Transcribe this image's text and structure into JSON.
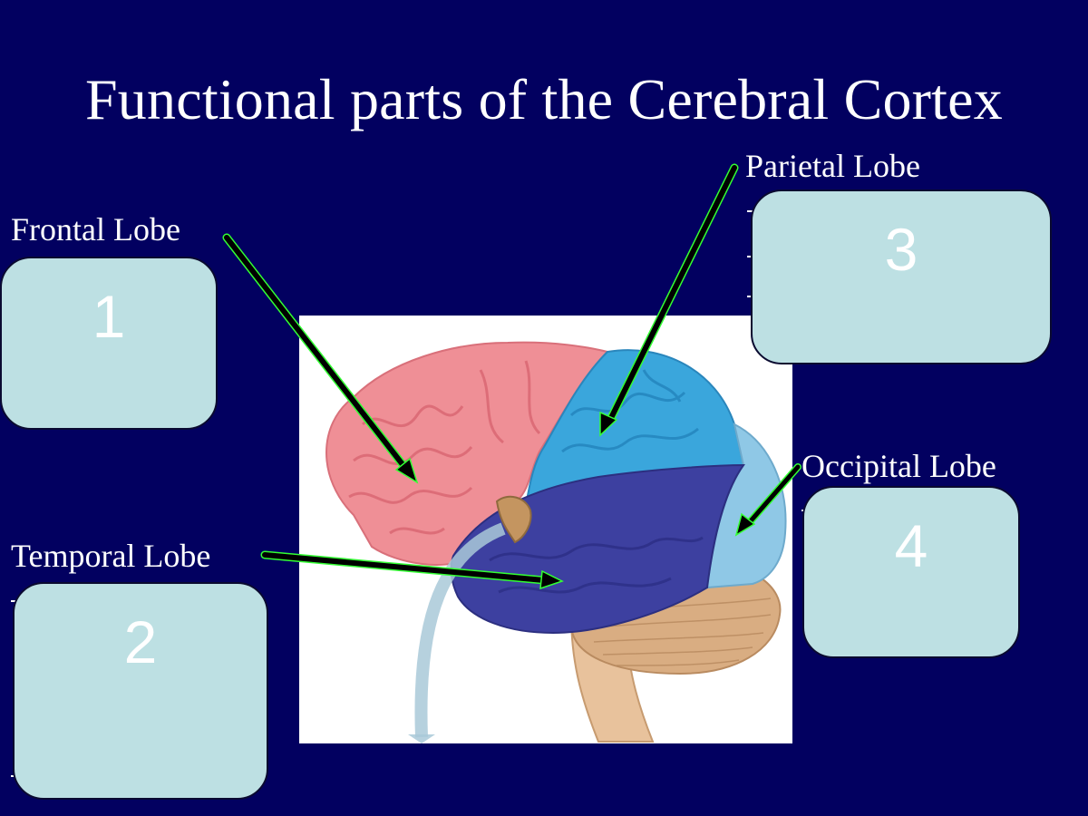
{
  "slide": {
    "title": "Functional parts of the Cerebral Cortex"
  },
  "labels": {
    "frontal": "Frontal Lobe",
    "temporal": "Temporal Lobe",
    "parietal": "Parietal Lobe",
    "occipital": "Occipital Lobe"
  },
  "boxes": {
    "frontal": "1",
    "temporal": "2",
    "parietal": "3",
    "occipital": "4"
  },
  "colors": {
    "background": "#020060",
    "box_fill": "#bde0e3",
    "frontal_lobe": "#ef8f96",
    "parietal_lobe": "#3aa6dc",
    "temporal_lobe": "#3d40a0",
    "occipital_lobe": "#8fc8e6",
    "cerebellum": "#d9ad82",
    "arrow": "#000000",
    "arrow_edge": "#33ff33"
  },
  "icons": {
    "pointer": "arrow-icon"
  }
}
